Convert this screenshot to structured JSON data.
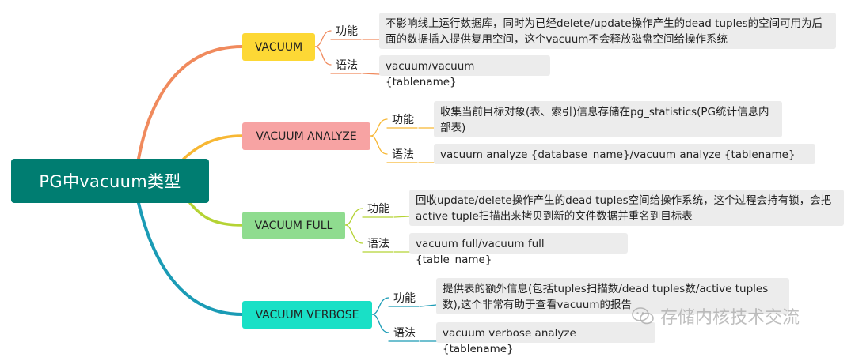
{
  "root": {
    "label": "PG中vacuum类型"
  },
  "branches": [
    {
      "id": "vacuum",
      "label": "VACUUM",
      "color": "#fdd835",
      "link_color": "#f08a5d",
      "items": [
        {
          "label": "功能",
          "text": "不影响线上运行数据库，同时为已经delete/update操作产生的dead tuples的空间可用为后面的数据插入提供复用空间，这个vacuum不会释放磁盘空间给操作系统"
        },
        {
          "label": "语法",
          "text": "vacuum/vacuum {tablename}"
        }
      ]
    },
    {
      "id": "vacuum-analyze",
      "label": "VACUUM ANALYZE",
      "color": "#f7a3a3",
      "link_color": "#f7b733",
      "items": [
        {
          "label": "功能",
          "text": "收集当前目标对象(表、索引)信息存储在pg_statistics(PG统计信息内部表)"
        },
        {
          "label": "语法",
          "text": "vacuum analyze  {database_name}/vacuum analyze {tablename}"
        }
      ]
    },
    {
      "id": "vacuum-full",
      "label": "VACUUM FULL",
      "color": "#8fdc8f",
      "link_color": "#b5d334",
      "items": [
        {
          "label": "功能",
          "text": "回收update/delete操作产生的dead tuples空间给操作系统，这个过程会持有锁，会把active tuple扫描出来拷贝到新的文件数据并重名到目标表"
        },
        {
          "label": "语法",
          "text": "vacuum full/vacuum full {table_name}"
        }
      ]
    },
    {
      "id": "vacuum-verbose",
      "label": "VACUUM VERBOSE",
      "color": "#19e0c6",
      "link_color": "#1a9bb5",
      "items": [
        {
          "label": "功能",
          "text": "提供表的额外信息(包括tuples扫描数/dead tuples数/active tuples数),这个非常有助于查看vacuum的报告"
        },
        {
          "label": "语法",
          "text": "vacuum verbose analyze {tablename}"
        }
      ]
    }
  ],
  "watermark": {
    "text": "存储内核技术交流",
    "icon": "wechat-icon"
  }
}
